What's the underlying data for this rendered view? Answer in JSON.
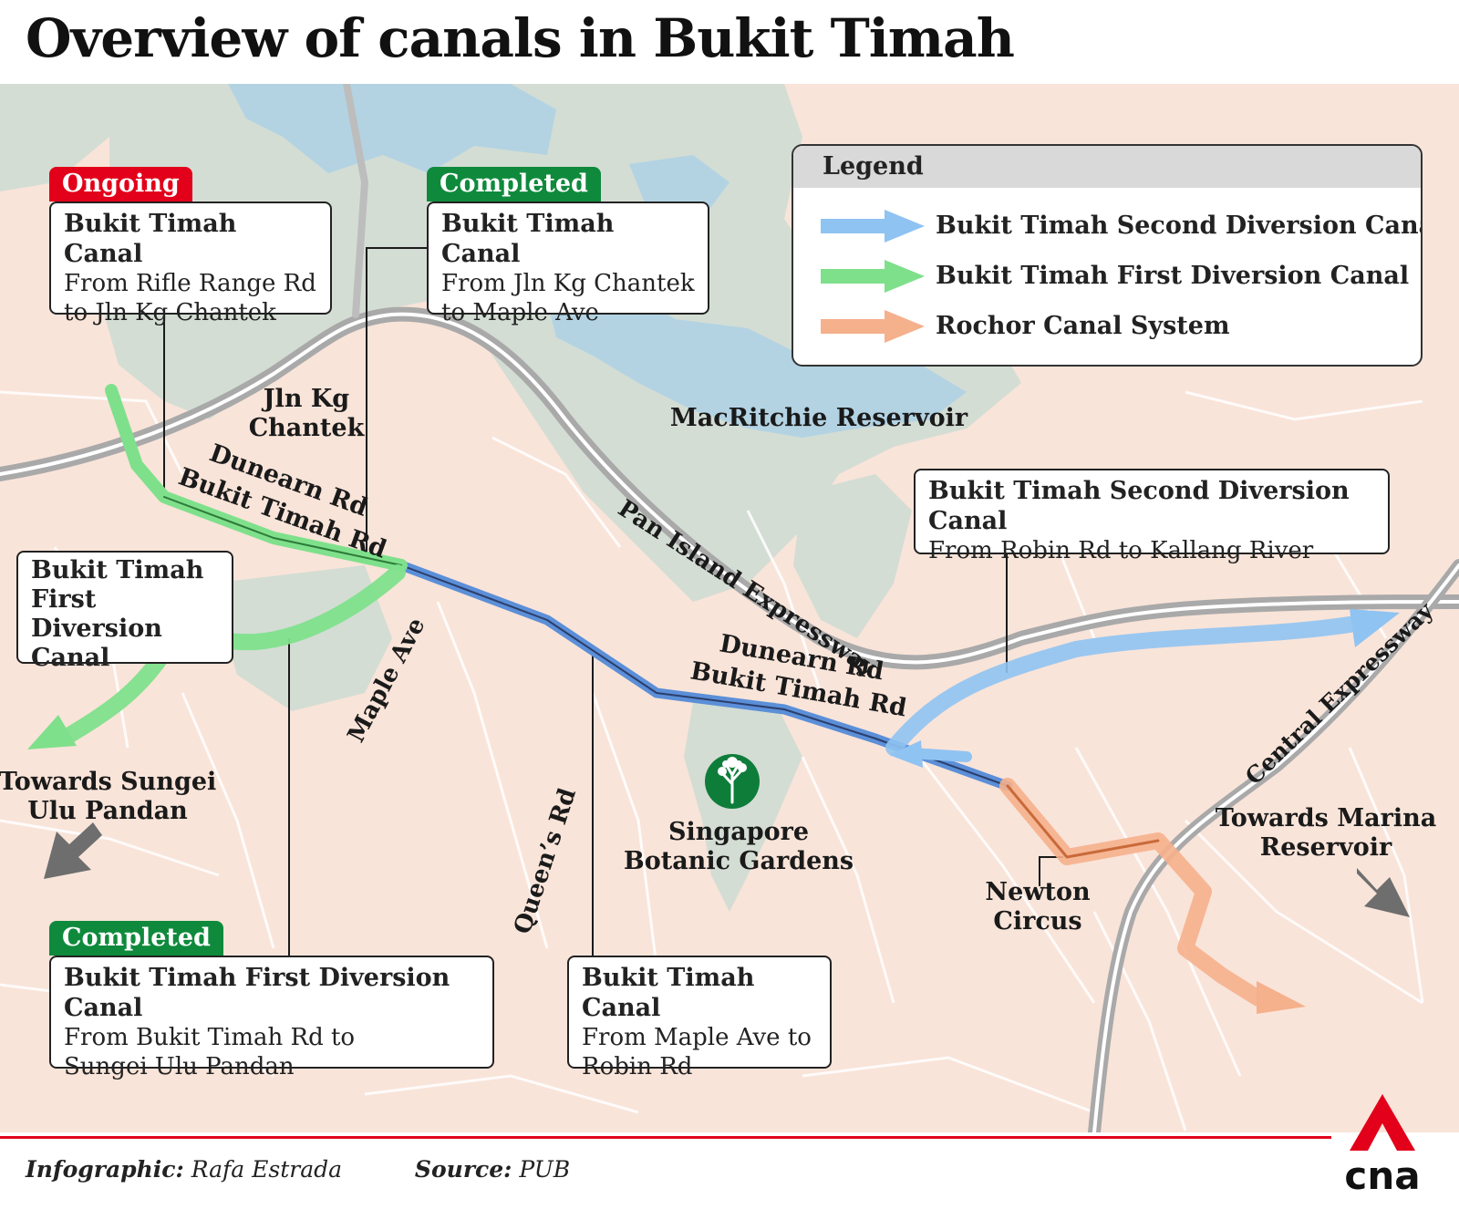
{
  "title": "Overview of canals in Bukit Timah",
  "legend": {
    "title": "Legend",
    "items": [
      {
        "label": "Bukit Timah Second Diversion Canal",
        "color": "#8fc3f2"
      },
      {
        "label": "Bukit Timah First Diversion Canal",
        "color": "#7fe08c"
      },
      {
        "label": "Rochor Canal System",
        "color": "#f5b08c"
      }
    ]
  },
  "callouts": {
    "ongoing_canal": {
      "tag": "Ongoing",
      "title": "Bukit Timah Canal",
      "line1": "From Rifle Range Rd",
      "line2": "to Jln Kg Chantek"
    },
    "completed_canal": {
      "tag": "Completed",
      "title": "Bukit Timah Canal",
      "line1": "From Jln Kg Chantek",
      "line2": "to Maple Ave"
    },
    "first_diversion": {
      "line1": "Bukit Timah",
      "line2": "First Diversion",
      "line3": "Canal"
    },
    "second_diversion": {
      "title": "Bukit Timah Second Diversion Canal",
      "line1": "From Robin Rd to Kallang River"
    },
    "completed_first_diversion": {
      "tag": "Completed",
      "title": "Bukit Timah First Diversion Canal",
      "line1": "From Bukit Timah Rd to",
      "line2": "Sungei Ulu Pandan"
    },
    "maple_robin": {
      "title": "Bukit Timah Canal",
      "line1": "From Maple Ave to",
      "line2": "Robin Rd"
    }
  },
  "map_labels": {
    "jln_kg_1": "Jln Kg",
    "jln_kg_2": "Chantek",
    "dunearn_1": "Dunearn Rd",
    "bukit_timah_rd_1": "Bukit Timah Rd",
    "dunearn_2": "Dunearn Rd",
    "bukit_timah_rd_2": "Bukit Timah Rd",
    "macritchie": "MacRitchie Reservoir",
    "pie": "Pan Island Expressway",
    "cte": "Central Expressway",
    "maple_ave": "Maple Ave",
    "queens_rd": "Queen’s Rd",
    "botanic_1": "Singapore",
    "botanic_2": "Botanic Gardens",
    "newton_1": "Newton",
    "newton_2": "Circus",
    "ulu_pandan_1": "Towards Sungei",
    "ulu_pandan_2": "Ulu Pandan",
    "marina_1": "Towards Marina",
    "marina_2": "Reservoir"
  },
  "credits": {
    "infographic_label": "Infographic:",
    "infographic_value": "Rafa Estrada",
    "source_label": "Source:",
    "source_value": "PUB"
  },
  "logo_text": "cna",
  "icons": [
    "tree-icon",
    "cna-logo-icon",
    "arrow-icon"
  ],
  "colors": {
    "land": "#f9e4d9",
    "park": "#d3ddd4",
    "water": "#b3d3e3",
    "canal_blue": "#5b8fd8",
    "first_diversion_green": "#7fe08c",
    "rochor_orange": "#e89569",
    "ongoing_red": "#e2001a",
    "completed_green": "#0f8a3c"
  }
}
